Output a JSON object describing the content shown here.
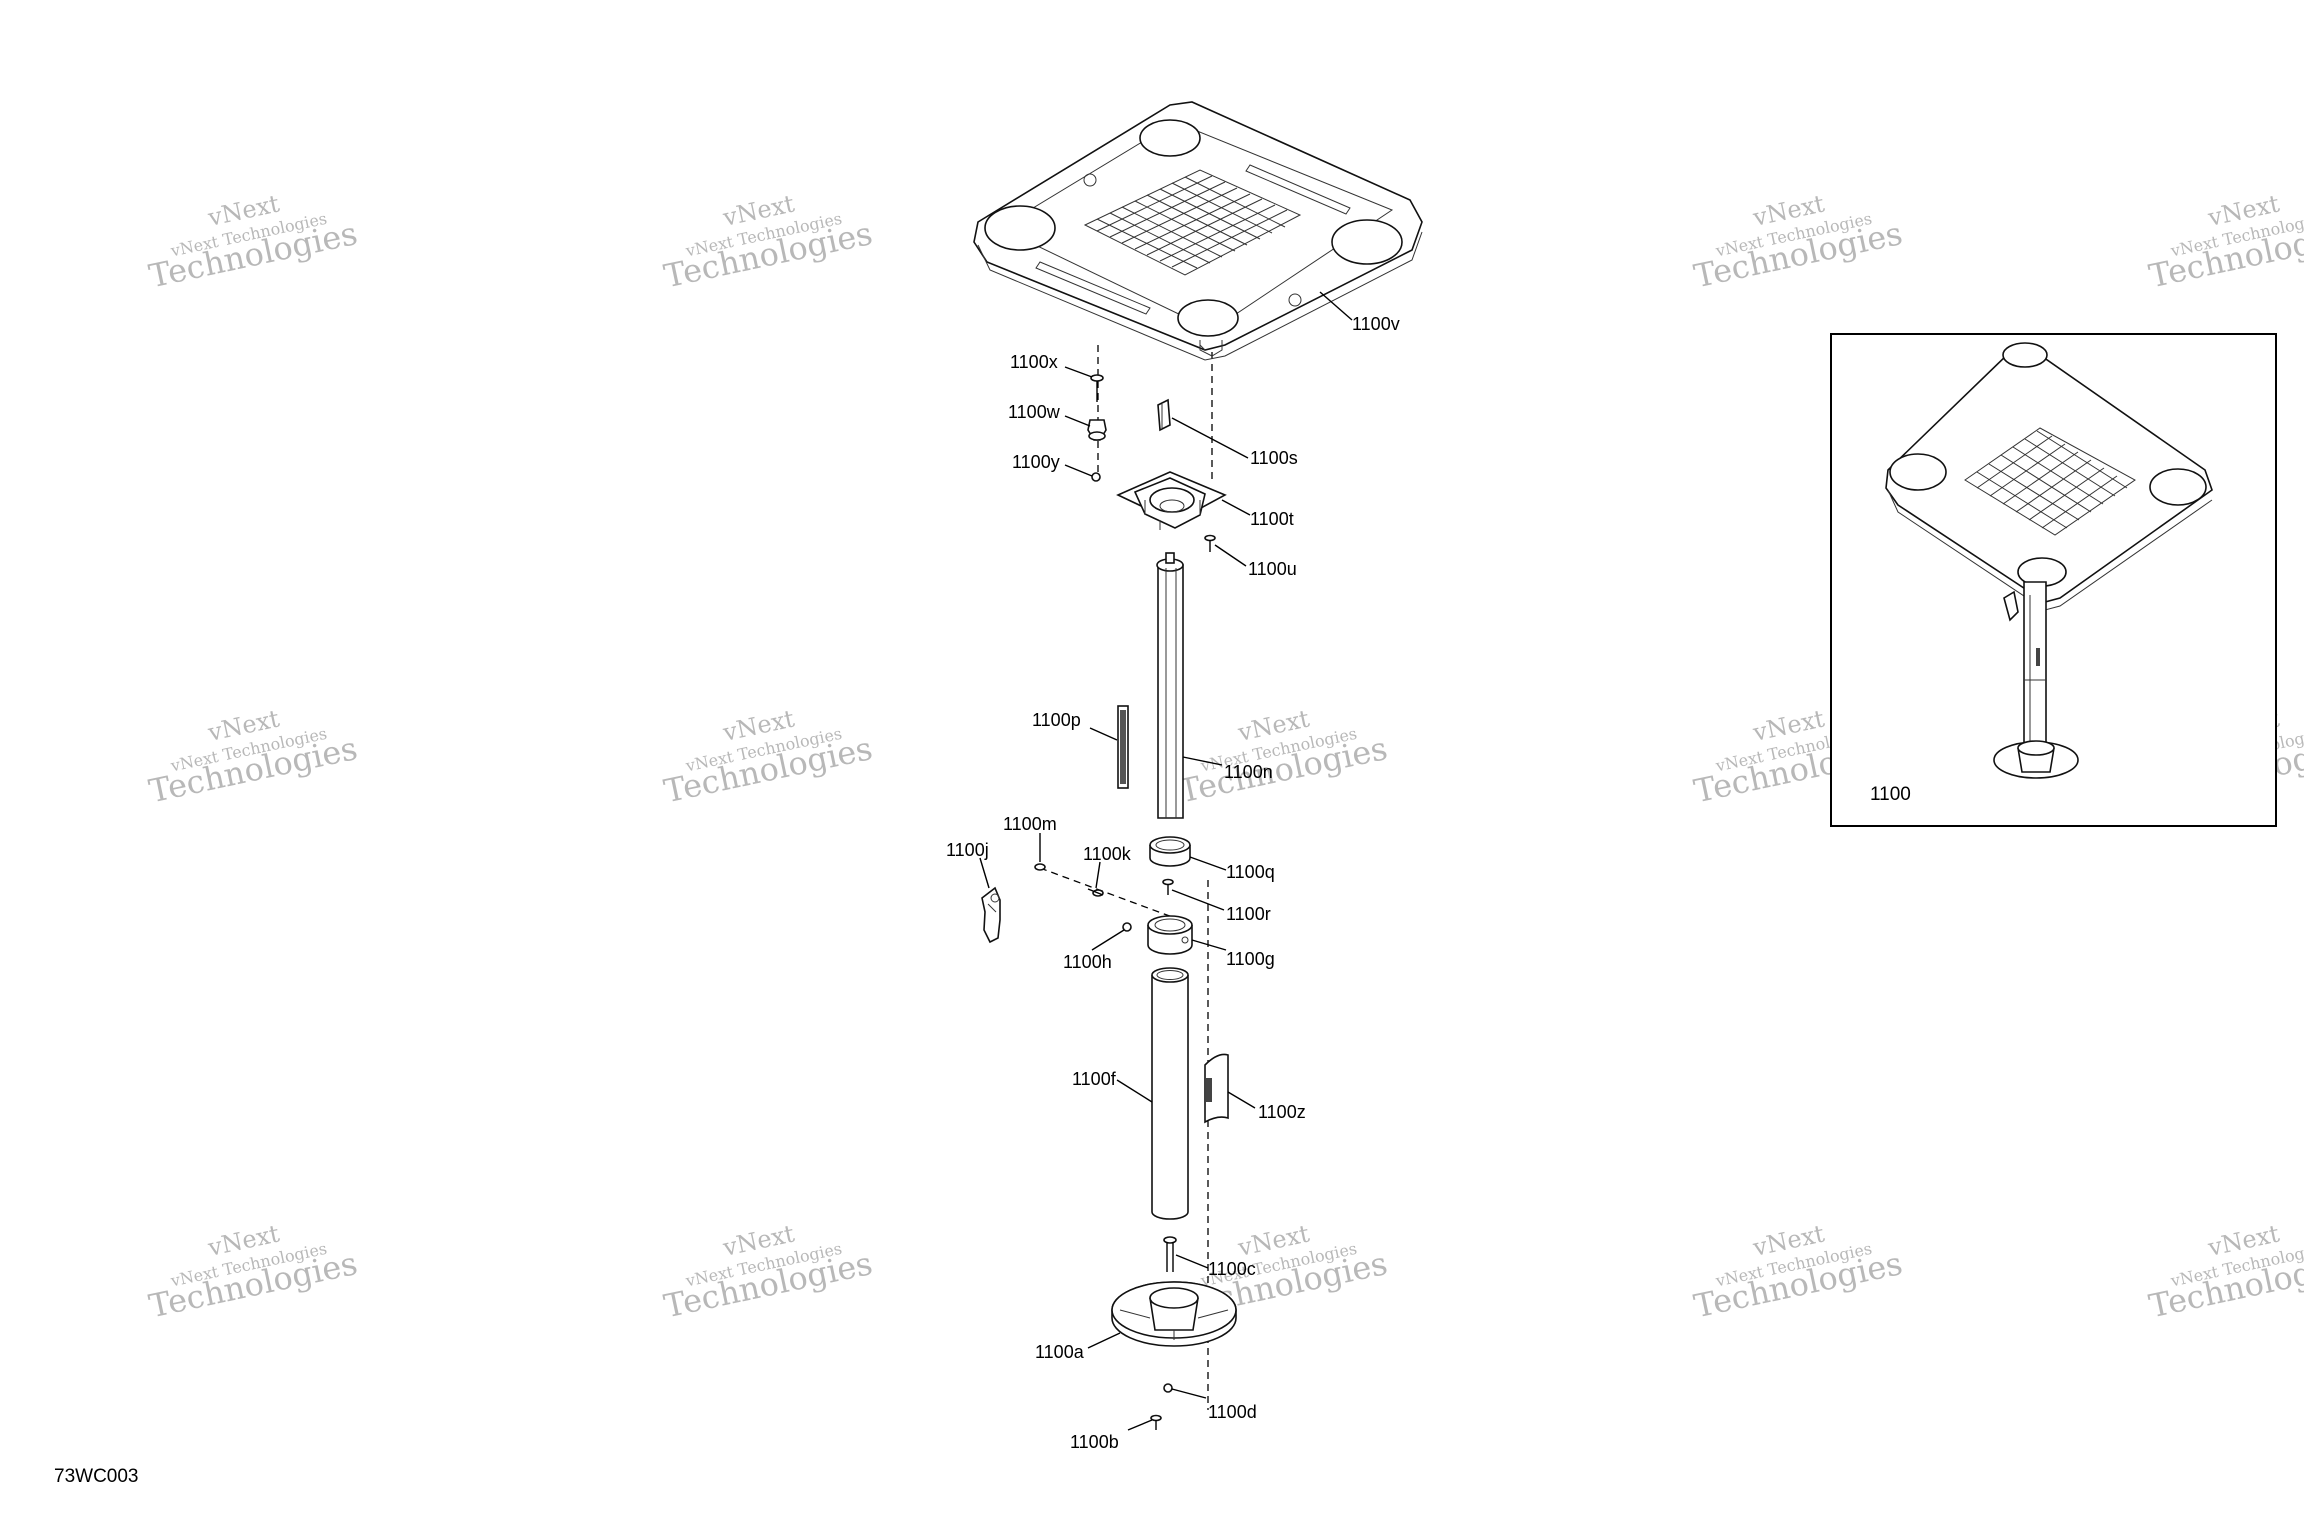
{
  "diagram": {
    "drawing_code": "73WC003",
    "inset_label": "1100",
    "callouts": {
      "x": "1100x",
      "w": "1100w",
      "y": "1100y",
      "s": "1100s",
      "t": "1100t",
      "u": "1100u",
      "v": "1100v",
      "p": "1100p",
      "n": "1100n",
      "m": "1100m",
      "j": "1100j",
      "k": "1100k",
      "q": "1100q",
      "r": "1100r",
      "h": "1100h",
      "g": "1100g",
      "f": "1100f",
      "z": "1100z",
      "c": "1100c",
      "a": "1100a",
      "d": "1100d",
      "b": "1100b"
    }
  },
  "watermark": {
    "line1": "vNext",
    "line2": "vNext Technologies",
    "line3": "Technologies",
    "color": "#b8b8b8"
  }
}
